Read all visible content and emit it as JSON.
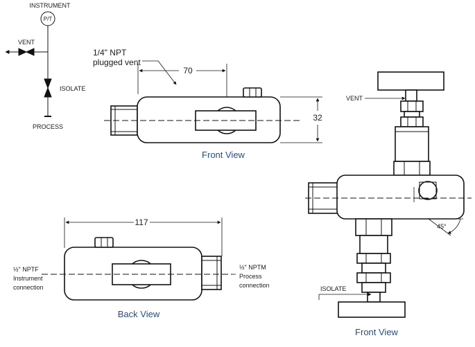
{
  "schematic": {
    "instrument_label": "INSTRUMENT",
    "gauge_symbol": "P/T",
    "vent_label": "VENT",
    "isolate_label": "ISOLATE",
    "process_label": "PROCESS"
  },
  "front_view_top": {
    "vent_note_line1": "1/4\" NPT",
    "vent_note_line2": "plugged vent",
    "dim_length": "70",
    "dim_height": "32",
    "title": "Front View"
  },
  "back_view": {
    "dim_length": "117",
    "left_line1": "½\" NPTF",
    "left_line2": "Instrument",
    "left_line3": "connection",
    "right_line1": "½\" NPTM",
    "right_line2": "Process",
    "right_line3": "connection",
    "title": "Back View"
  },
  "front_view_side": {
    "vent_label": "VENT",
    "isolate_label": "ISOLATE",
    "angle_label": "45°",
    "title": "Front View"
  },
  "colors": {
    "title": "#1f4e8c",
    "line": "#111111"
  }
}
